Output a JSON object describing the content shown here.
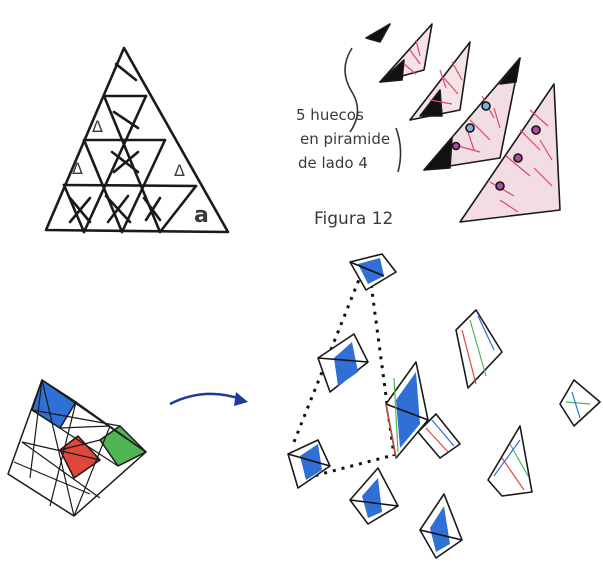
{
  "labels": {
    "note_line1": "5 huecos",
    "note_line2": "en piramide",
    "note_line3": "de lado 4",
    "figure_caption": "Figura 12",
    "triangle_mark_a": "a",
    "triangle_mark_delta_1": "Δ",
    "triangle_mark_delta_2": "Δ",
    "triangle_mark_delta_3": "Δ"
  },
  "colors": {
    "ink": "#1a1a1a",
    "blue_fill": "#2f6fd6",
    "blue_light": "#8fb3f0",
    "red_fill": "#e0473a",
    "green_fill": "#4fb552",
    "pink_pattern": "#d94a6a",
    "black_fill": "#111111",
    "arrow": "#1f3a9a"
  }
}
